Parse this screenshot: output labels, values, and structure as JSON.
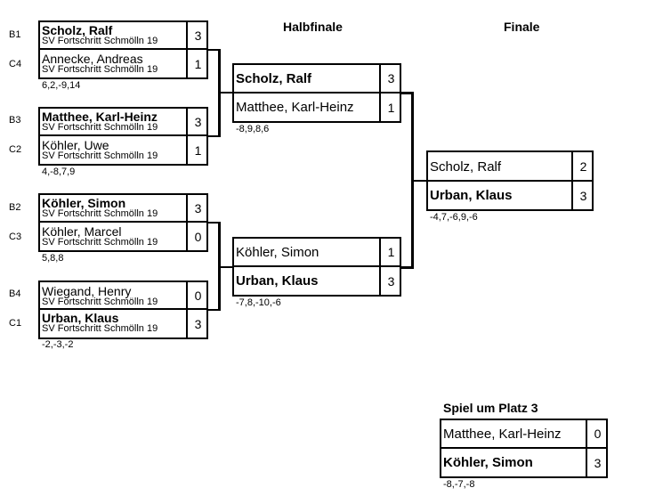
{
  "headers": {
    "halbfinale": "Halbfinale",
    "finale": "Finale",
    "platz3": "Spiel um Platz 3"
  },
  "round1": [
    {
      "p1": {
        "seed": "B1",
        "name": "Scholz, Ralf",
        "club": "SV Fortschritt Schmölln 19",
        "score": "3",
        "winner": true
      },
      "p2": {
        "seed": "C4",
        "name": "Annecke, Andreas",
        "club": "SV Fortschritt Schmölln 19",
        "score": "1",
        "winner": false
      },
      "result": "6,2,-9,14"
    },
    {
      "p1": {
        "seed": "B3",
        "name": "Matthee, Karl-Heinz",
        "club": "SV Fortschritt Schmölln 19",
        "score": "3",
        "winner": true
      },
      "p2": {
        "seed": "C2",
        "name": "Köhler, Uwe",
        "club": "SV Fortschritt Schmölln 19",
        "score": "1",
        "winner": false
      },
      "result": "4,-8,7,9"
    },
    {
      "p1": {
        "seed": "B2",
        "name": "Köhler, Simon",
        "club": "SV Fortschritt Schmölln 19",
        "score": "3",
        "winner": true
      },
      "p2": {
        "seed": "C3",
        "name": "Köhler, Marcel",
        "club": "SV Fortschritt Schmölln 19",
        "score": "0",
        "winner": false
      },
      "result": "5,8,8"
    },
    {
      "p1": {
        "seed": "B4",
        "name": "Wiegand, Henry",
        "club": "SV Fortschritt Schmölln 19",
        "score": "0",
        "winner": false
      },
      "p2": {
        "seed": "C1",
        "name": "Urban, Klaus",
        "club": "SV Fortschritt Schmölln 19",
        "score": "3",
        "winner": true
      },
      "result": "-2,-3,-2"
    }
  ],
  "semifinals": [
    {
      "p1": {
        "name": "Scholz, Ralf",
        "score": "3",
        "winner": true
      },
      "p2": {
        "name": "Matthee, Karl-Heinz",
        "score": "1",
        "winner": false
      },
      "result": "-8,9,8,6"
    },
    {
      "p1": {
        "name": "Köhler, Simon",
        "score": "1",
        "winner": false
      },
      "p2": {
        "name": "Urban, Klaus",
        "score": "3",
        "winner": true
      },
      "result": "-7,8,-10,-6"
    }
  ],
  "final": {
    "p1": {
      "name": "Scholz, Ralf",
      "score": "2",
      "winner": false
    },
    "p2": {
      "name": "Urban, Klaus",
      "score": "3",
      "winner": true
    },
    "result": "-4,7,-6,9,-6"
  },
  "third_place": {
    "p1": {
      "name": "Matthee, Karl-Heinz",
      "score": "0",
      "winner": false
    },
    "p2": {
      "name": "Köhler, Simon",
      "score": "3",
      "winner": true
    },
    "result": "-8,-7,-8"
  }
}
